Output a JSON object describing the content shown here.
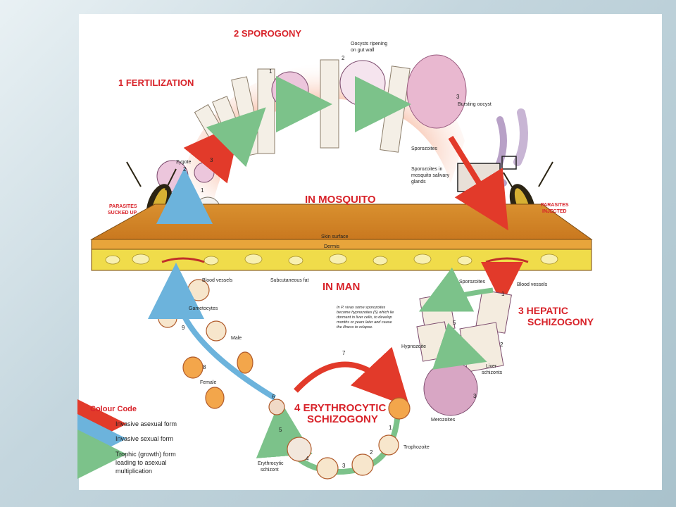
{
  "stages": {
    "sporogony": "2 SPOROGONY",
    "fertilization": "1 FERTILIZATION",
    "hepatic_1": "3 HEPATIC",
    "hepatic_2": "SCHIZOGONY",
    "erythro_1": "4 ERYTHROCYTIC",
    "erythro_2": "SCHIZOGONY"
  },
  "zones": {
    "mosquito": "IN MOSQUITO",
    "man": "IN MAN"
  },
  "labels": {
    "oocysts_1": "Oocysts ripening",
    "oocysts_2": "on gut wall",
    "bursting": "Bursting oocyst",
    "sporozoites": "Sporozoites",
    "salivary_1": "Sporozoites in",
    "salivary_2": "mosquito salivary",
    "salivary_3": "glands",
    "zygote": "Zygote",
    "sucked_1": "PARASITES",
    "sucked_2": "SUCKED UP",
    "injected_1": "PARASITES",
    "injected_2": "INJECTED",
    "skin_surface": "Skin surface",
    "dermis": "Dermis",
    "blood_vessels_left": "Blood vessels",
    "subcutaneous": "Subcutaneous fat",
    "sporozoites_man": "Sporozoites",
    "blood_vessels_right": "Blood vessels",
    "vivax_1": "In P. vivax some sporozoites",
    "vivax_2": "become hypnozoites (5) which lie",
    "vivax_3": "dormant in liver cells, to develop",
    "vivax_4": "months or years later and cause",
    "vivax_5": "the illness to relapse.",
    "hypnozoite": "Hypnozoite",
    "liver_1": "Liver",
    "liver_2": "schizonts",
    "merozoites": "Merozoites",
    "trophozoite": "Trophozoite",
    "ery_schizont_1": "Erythrocytic",
    "ery_schizont_2": "schizont",
    "gametocytes": "Gametocytes",
    "male": "Male",
    "female": "Female"
  },
  "numbers": {
    "n1_top": "1",
    "n2_top": "2",
    "n3_top": "3",
    "n1_zyg": "1",
    "n2_zyg": "2",
    "n3_zyg": "3",
    "n1_liver": "1",
    "n2_liver": "2",
    "n3_liver": "3",
    "n5_liver": "5",
    "n1_ery": "1",
    "n2_ery": "2",
    "n3_ery": "3",
    "n4_ery": "4",
    "n5_ery": "5",
    "n6_ery": "6",
    "n7_ery": "7",
    "n8": "8",
    "n9": "9"
  },
  "legend": {
    "title": "Colour Code",
    "invasive_asexual": "Invasive asexual form",
    "invasive_sexual": "Invasive sexual form",
    "trophic_1": "Trophic (growth) form",
    "trophic_2": "leading to asexual",
    "trophic_3": "multiplication"
  },
  "colors": {
    "asexual": "#e23a2a",
    "sexual": "#6cb3dc",
    "trophic": "#7cc28a",
    "stage_text": "#d8232a",
    "skin": "#d9902f",
    "fat": "#f0dc4a"
  }
}
